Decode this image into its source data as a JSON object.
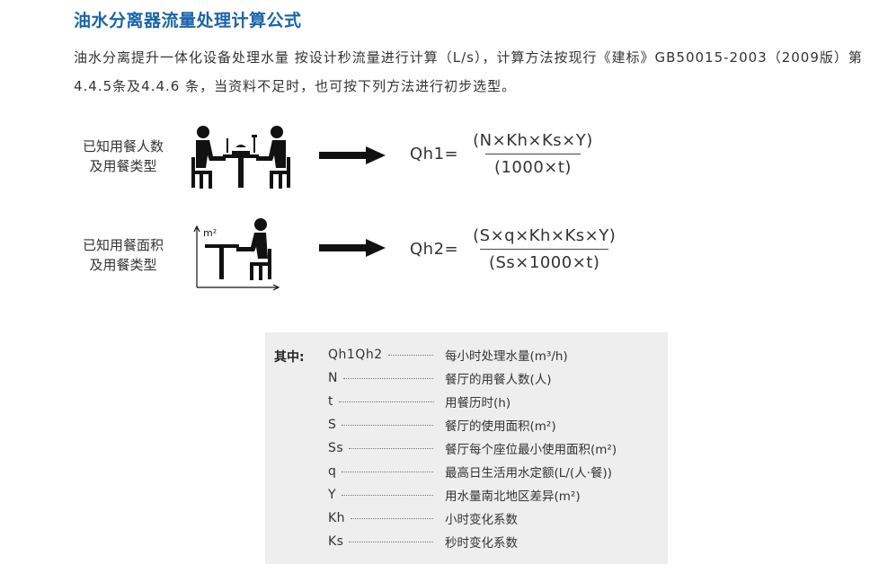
{
  "title": "油水分离器流量处理计算公式",
  "intro": "油水分离提升一体化设备处理水量 按设计秒流量进行计算（L/s），计算方法按现行《建标》GB50015-2003（2009版）第4.4.5条及4.4.6 条，当资料不足时，也可按下列方法进行初步选型。",
  "row1": {
    "label_line1": "已知用餐人数",
    "label_line2": "及用餐类型",
    "lhs": "Qh1=",
    "numerator": "(N×Kh×Ks×Y)",
    "denominator": "(1000×t)"
  },
  "row2": {
    "label_line1": "已知用餐面积",
    "label_line2": "及用餐类型",
    "axis_unit": "m²",
    "lhs": "Qh2=",
    "numerator": "(S×q×Kh×Ks×Y)",
    "denominator": "(Ss×1000×t)"
  },
  "legend": {
    "heading": "其中:",
    "items": [
      {
        "symbol": "Qh1Qh2",
        "desc": "每小时处理水量(m³/h)"
      },
      {
        "symbol": "N",
        "desc": "餐厅的用餐人数(人)"
      },
      {
        "symbol": "t",
        "desc": "用餐历时(h)"
      },
      {
        "symbol": "S",
        "desc": "餐厅的使用面积(m²)"
      },
      {
        "symbol": "Ss",
        "desc": "餐厅每个座位最小使用面积(m²)"
      },
      {
        "symbol": "q",
        "desc": "最高日生活用水定额(L/(人·餐))"
      },
      {
        "symbol": "Y",
        "desc": "用水量南北地区差异(m²)"
      },
      {
        "symbol": "Kh",
        "desc": "小时变化系数"
      },
      {
        "symbol": "Ks",
        "desc": "秒时变化系数"
      }
    ]
  },
  "colors": {
    "title": "#1a64a8",
    "legend_bg": "#eeeeee",
    "icon": "#111111"
  }
}
